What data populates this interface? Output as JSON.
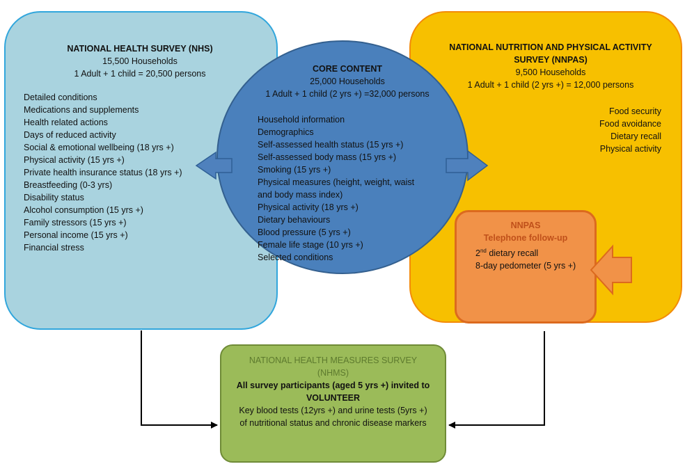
{
  "nhs": {
    "title": "NATIONAL HEALTH SURVEY (NHS)",
    "households": "15,500  Households",
    "persons": "1 Adult + 1 child = 20,500  persons",
    "items": [
      "Detailed conditions",
      "Medications and supplements",
      "Health related actions",
      "Days of reduced activity",
      "Social & emotional wellbeing (18 yrs +)",
      "Physical activity (15 yrs +)",
      "Private health insurance status (18 yrs +)",
      "Breastfeeding (0-3 yrs)",
      "Disability status",
      "Alcohol consumption (15 yrs +)",
      "Family stressors (15 yrs +)",
      "Personal income (15 yrs +)",
      "Financial stress"
    ]
  },
  "core": {
    "title": "CORE CONTENT",
    "households": "25,000  Households",
    "persons": "1 Adult + 1 child (2 yrs +) =32,000  persons",
    "items": [
      "Household information",
      "Demographics",
      "Self-assessed health status (15 yrs +)",
      "Self-assessed body mass (15 yrs +)",
      "Smoking (15 yrs +)",
      "Physical measures (height, weight, waist",
      "and body mass index)",
      "Physical activity (18 yrs +)",
      "Dietary behaviours",
      "Blood pressure (5 yrs +)",
      "Female life stage (10 yrs +)",
      "Selected conditions"
    ]
  },
  "nnpas": {
    "title_line1": "NATIONAL NUTRITION AND PHYSICAL ACTIVITY",
    "title_line2": "SURVEY (NNPAS)",
    "households": "9,500  Households",
    "persons": "1 Adult + 1 child (2 yrs +) = 12,000  persons",
    "items": [
      "Food security",
      "Food avoidance",
      "Dietary recall",
      "Physical activity"
    ]
  },
  "telephone": {
    "title": "NNPAS",
    "subtitle": "Telephone follow-up",
    "recall_num": "2",
    "recall_sup": "nd",
    "recall_text": " dietary recall",
    "pedometer": "8-day pedometer (5 yrs +)"
  },
  "nhms": {
    "title_line1": "NATIONAL HEALTH MEASURES SURVEY",
    "title_line2": "(NHMS)",
    "bold_line1": "All survey participants (aged 5 yrs +) invited to",
    "bold_line2": "VOLUNTEER",
    "text_line1": "Key blood tests (12yrs +) and urine tests (5yrs +)",
    "text_line2": "of nutritional status  and chronic disease markers"
  },
  "colors": {
    "nhs_fill": "#a9d3df",
    "nhs_border": "#31a6dc",
    "nnpas_fill": "#f7c000",
    "nnpas_border": "#f38a08",
    "core_fill": "#4a80bc",
    "telephone_fill": "#f19248",
    "telephone_title": "#c0501a",
    "nhms_fill": "#9bbb59",
    "nhms_title": "#5d7a2e"
  }
}
